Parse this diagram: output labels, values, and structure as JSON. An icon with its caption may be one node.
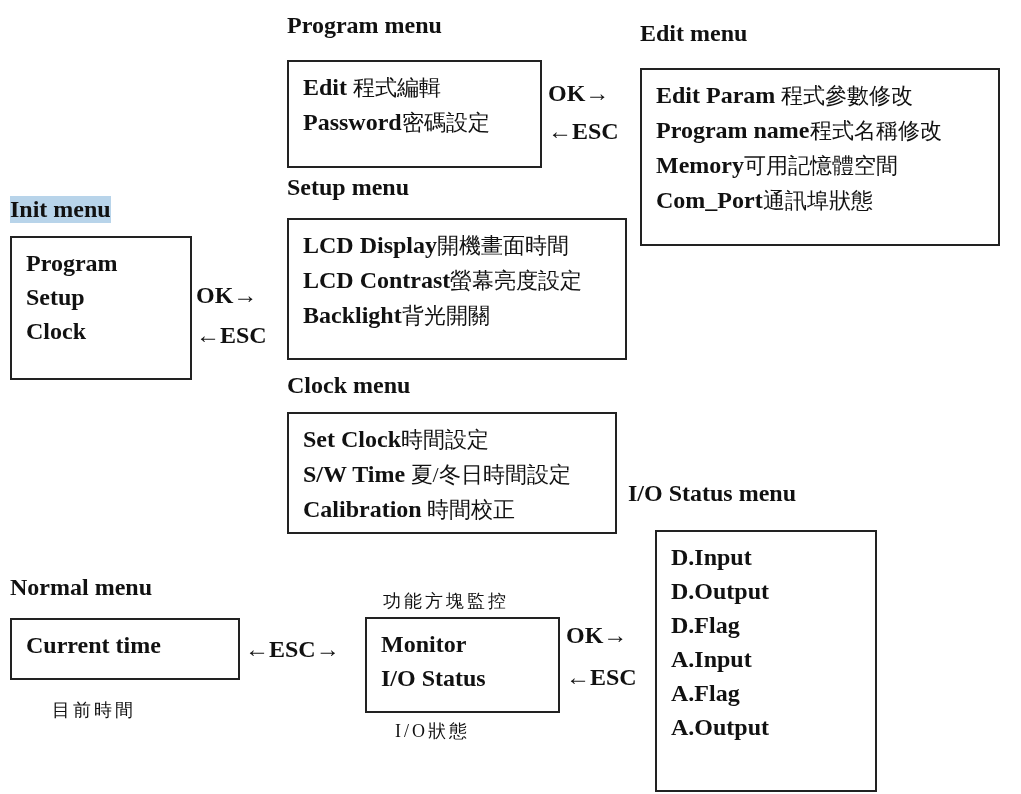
{
  "diagram": {
    "nodes": [
      {
        "text": [
          "Program menu",
          "**Edit** 程式編輯",
          "**Password**密碼設定"
        ]
      },
      {
        "text": [
          "Edit menu",
          "**Edit Param** 程式參數修改",
          "**Program name**程式名稱修改",
          "**Memory**可用記憶體空間",
          "**Com_Port**通訊埠狀態"
        ]
      },
      {
        "text": [
          "Init menu",
          "Program",
          "Setup",
          "Clock"
        ]
      },
      {
        "text": [
          "Setup menu",
          "**LCD Display**開機畫面時間",
          "**LCD Contrast**螢幕亮度設定",
          "**Backlight**背光開關"
        ]
      },
      {
        "text": [
          "Clock menu",
          "**Set Clock**時間設定",
          "**S/W Time** 夏/冬日時間設定",
          "**Calibration** 時間校正"
        ]
      },
      {
        "text": [
          "I/O Status menu",
          "D.Input",
          "D.Output",
          "D.Flag",
          "A.Input",
          "A.Flag",
          "A.Output"
        ]
      },
      {
        "text": [
          "Normal menu",
          "Current time"
        ],
        "beside": [
          "目前時間"
        ]
      },
      {
        "text": [
          "Monitor",
          "I/O Status"
        ],
        "beside": [
          "功能方塊監控",
          "I/O狀態"
        ]
      }
    ],
    "labels": [
      "OK→",
      "←ESC",
      "OK→",
      "←ESC",
      "←ESC→",
      "OK→",
      "←ESC"
    ]
  }
}
